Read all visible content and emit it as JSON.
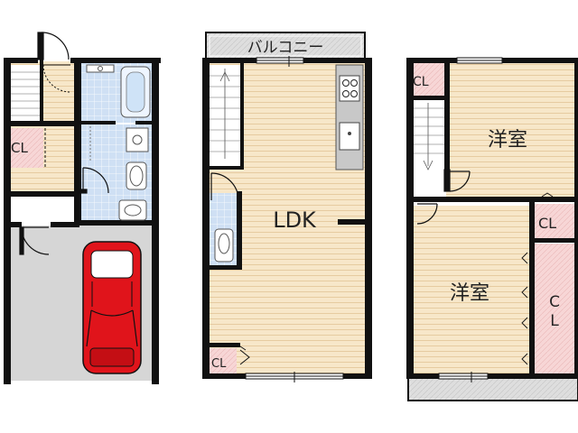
{
  "floor1": {
    "closet_label": "CL"
  },
  "floor2": {
    "balcony_label": "バルコニー",
    "ldk_label": "LDK",
    "closet_label": "CL"
  },
  "floor3": {
    "room_top_label": "洋室",
    "room_bottom_label": "洋室",
    "closet_top_left_label": "CL",
    "closet_mid_right_label": "CL",
    "closet_tall_label_1": "C",
    "closet_tall_label_2": "L"
  },
  "colors": {
    "wall": "#111111",
    "wood_floor": "#f7e7c9",
    "wood_line": "#e8cfa2",
    "tile": "#cfe0f4",
    "tile_line": "#ffffff",
    "closet": "#f7d6d6",
    "garage": "#d6d6d6",
    "balcony": "#dcdcdc",
    "car": "#e0141b"
  }
}
